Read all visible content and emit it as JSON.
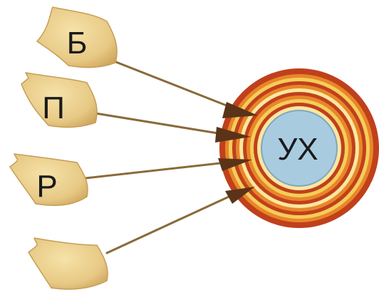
{
  "target": {
    "label": "УХ",
    "colors": {
      "outer": "#c0401c",
      "ring_orange": "#e8862a",
      "ring_yellow": "#f4cd5a",
      "ring_light": "#fbe7a0",
      "center": "#a9cbe0"
    }
  },
  "arrows": [
    {
      "letter": "Б"
    },
    {
      "letter": "П"
    },
    {
      "letter": "Р"
    },
    {
      "letter": ""
    }
  ],
  "fletching_color": "#e9cf8a",
  "shaft_color": "#8a6a3a",
  "arrowhead_color": "#5a3418"
}
